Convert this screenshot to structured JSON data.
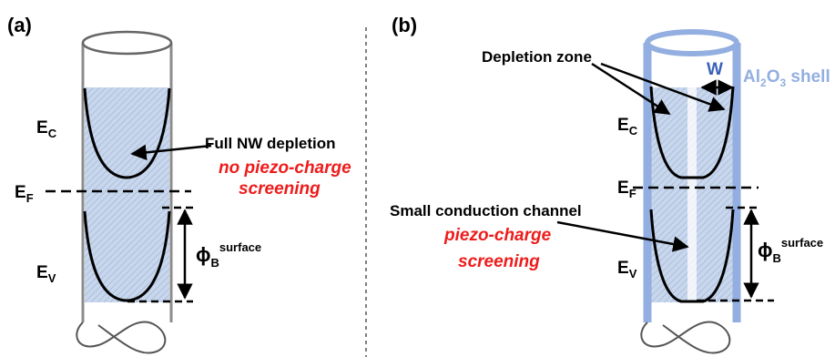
{
  "colors": {
    "accent": "#ee1c1c",
    "shell": "#93aee0",
    "depletion_fill": "#c9d7ec",
    "width_label": "#3a62b8"
  },
  "panel_a": {
    "label": "(a)",
    "ec": "E",
    "ec_sub": "C",
    "ef": "E",
    "ef_sub": "F",
    "ev": "E",
    "ev_sub": "V",
    "callout": "Full NW depletion",
    "note_line1": "no piezo-charge",
    "note_line2": "screening",
    "barrier": "ϕ",
    "barrier_sub": "B",
    "barrier_sup": "surface"
  },
  "panel_b": {
    "label": "(b)",
    "depletion_label": "Depletion zone",
    "width": "W",
    "shell_pre": "Al",
    "shell_sub1": "2",
    "shell_mid": "O",
    "shell_sub2": "3",
    "shell_post": " shell",
    "ec": "E",
    "ec_sub": "C",
    "ef": "E",
    "ef_sub": "F",
    "ev": "E",
    "ev_sub": "V",
    "channel_label": "Small conduction channel",
    "note_line1": "piezo-charge",
    "note_line2": "screening",
    "barrier": "ϕ",
    "barrier_sub": "B",
    "barrier_sup": "surface"
  }
}
